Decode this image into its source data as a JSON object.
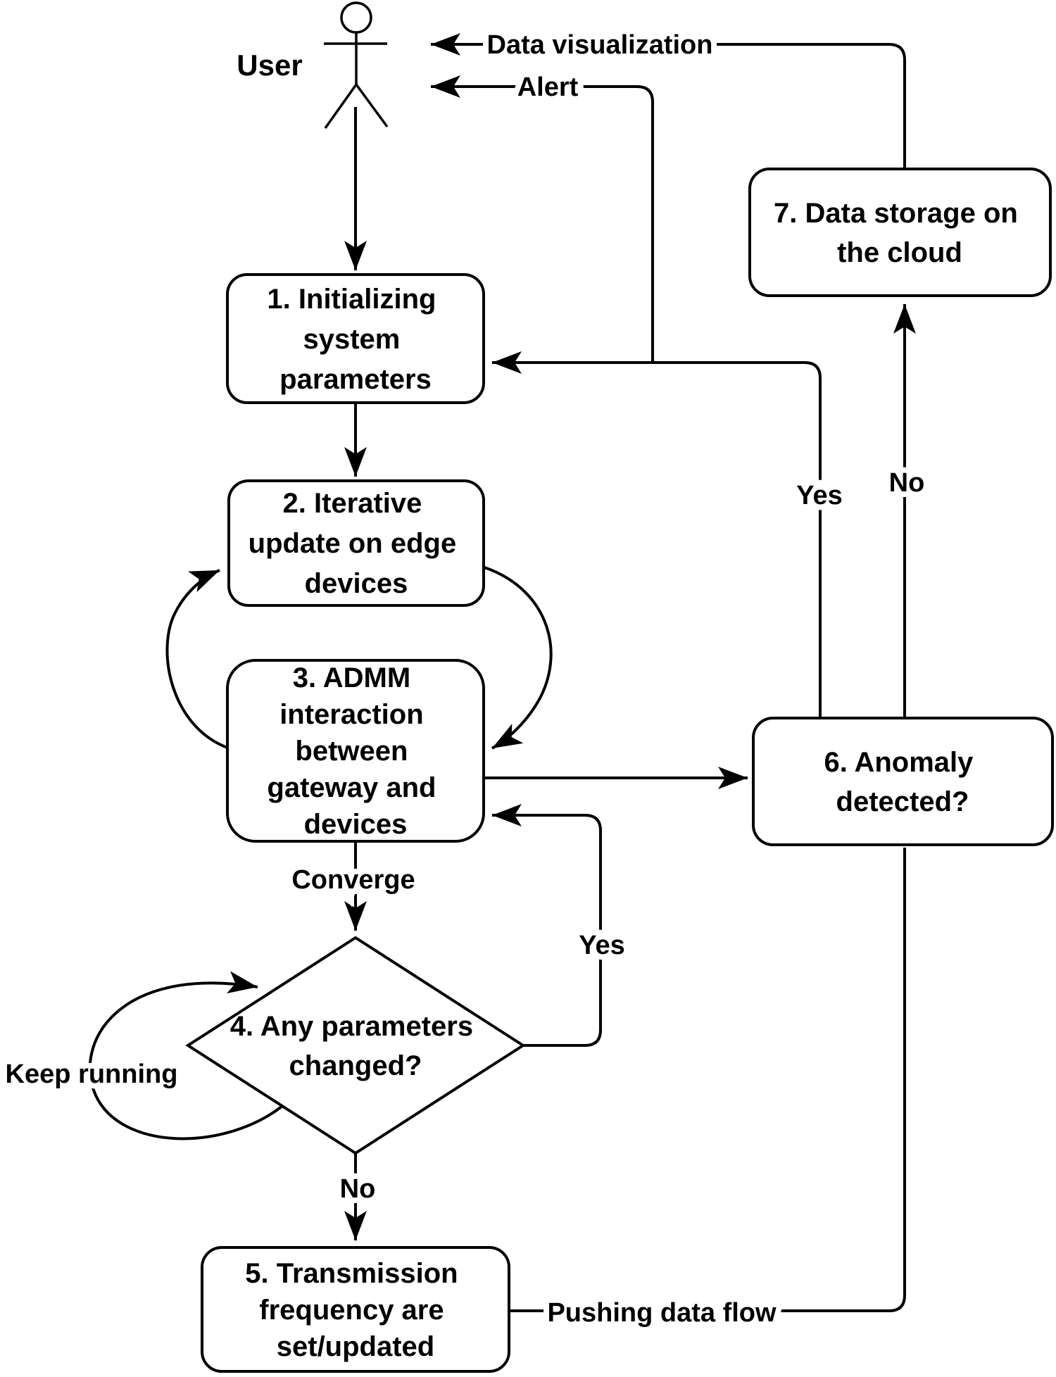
{
  "diagram": {
    "colors": {
      "stroke": "#000000",
      "fill": "#ffffff",
      "background": "#ffffff"
    },
    "actor": {
      "label": "User"
    },
    "nodes": {
      "n1": {
        "lines": [
          "1. Initializing",
          "system",
          "parameters"
        ]
      },
      "n2": {
        "lines": [
          "2. Iterative",
          "update on edge",
          "devices"
        ]
      },
      "n3": {
        "lines": [
          "3. ADMM",
          "interaction",
          "between",
          "gateway and",
          "devices"
        ]
      },
      "n4": {
        "lines": [
          "4. Any parameters",
          "changed?"
        ]
      },
      "n5": {
        "lines": [
          "5. Transmission",
          "frequency are",
          "set/updated"
        ]
      },
      "n6": {
        "lines": [
          "6. Anomaly",
          "detected?"
        ]
      },
      "n7": {
        "lines": [
          "7. Data storage on",
          "the cloud"
        ]
      }
    },
    "edge_labels": {
      "data_visualization": "Data visualization",
      "alert": "Alert",
      "anomaly_yes": "Yes",
      "anomaly_no": "No",
      "converge": "Converge",
      "changed_yes": "Yes",
      "changed_no": "No",
      "keep_running": "Keep running",
      "pushing_data_flow": "Pushing data flow"
    }
  }
}
